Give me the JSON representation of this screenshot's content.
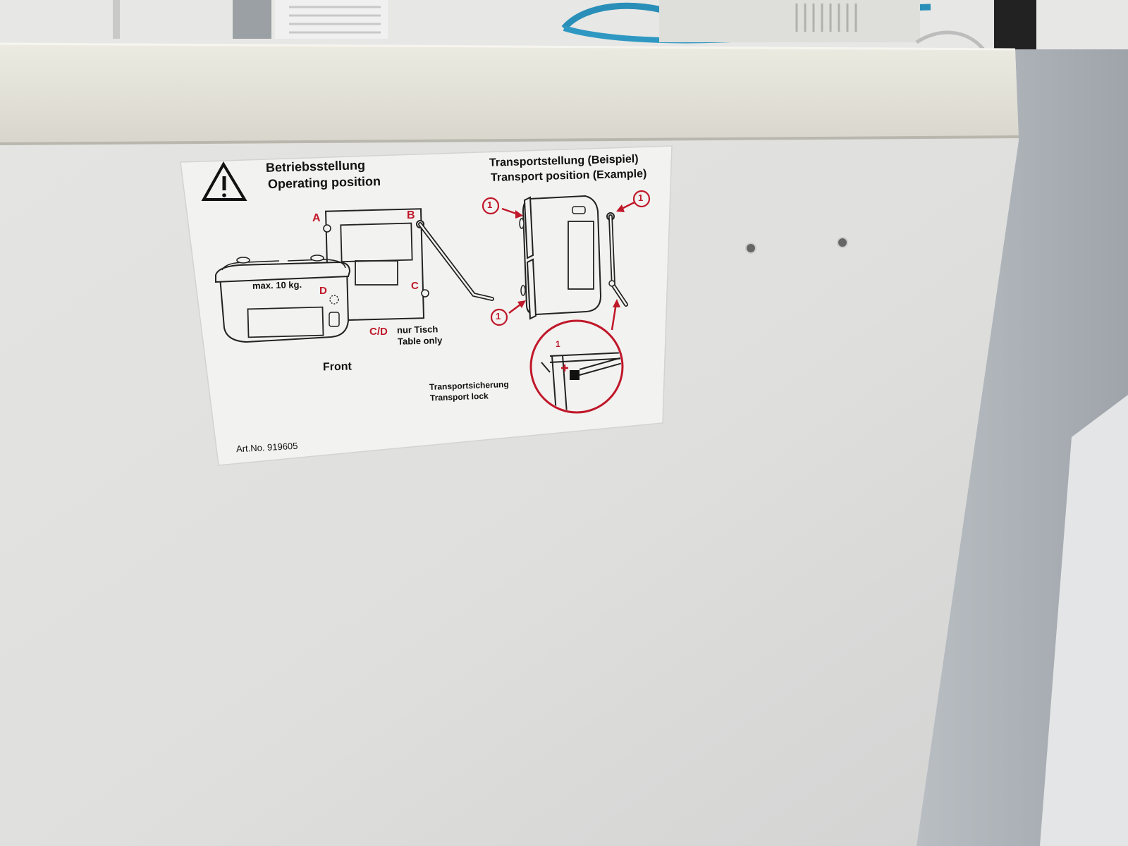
{
  "label": {
    "operating_title_de": "Betriebsstellung",
    "operating_title_en": "Operating position",
    "transport_title_de": "Transportstellung (Beispiel)",
    "transport_title_en": "Transport position (Example)",
    "point_a": "A",
    "point_b": "B",
    "point_c": "C",
    "point_d": "D",
    "max_weight": "max. 10 kg.",
    "cd_label": "C/D",
    "table_only_de": "nur Tisch",
    "table_only_en": "Table only",
    "front": "Front",
    "transport_lock_de": "Transportsicherung",
    "transport_lock_en": "Transport lock",
    "callout_number": "1",
    "art_no": "Art.No. 919605"
  },
  "colors": {
    "accent_red": "#c0182a",
    "panel": "#e6e6e4",
    "label_bg": "#f1f1ef"
  }
}
